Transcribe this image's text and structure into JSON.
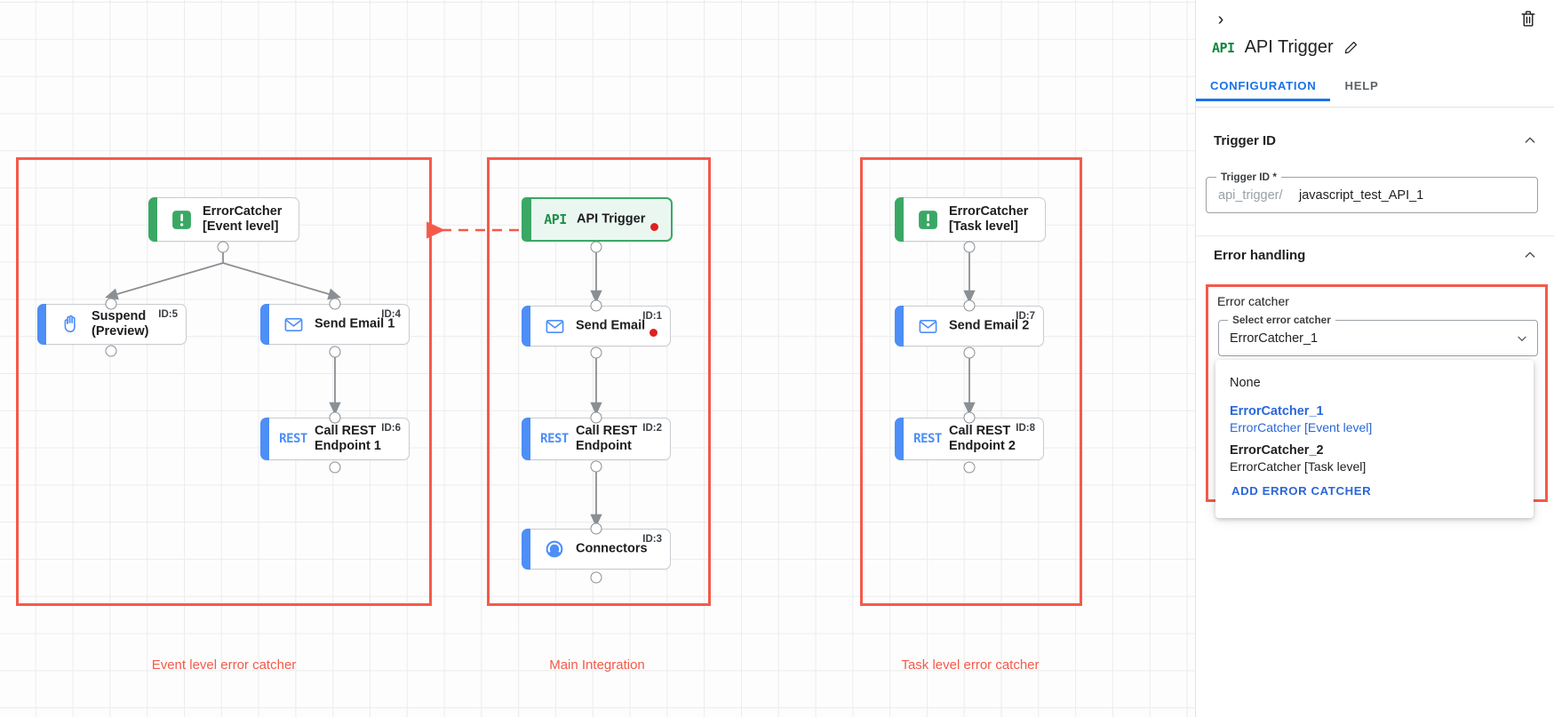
{
  "canvas": {
    "groups": [
      {
        "id": "event-level",
        "label": "Event level error catcher"
      },
      {
        "id": "main-integration",
        "label": "Main Integration"
      },
      {
        "id": "task-level",
        "label": "Task level error catcher"
      }
    ],
    "nodes": [
      {
        "key": "errorcatcher_event",
        "title": "ErrorCatcher\n[Event level]",
        "icon": "error-catcher-icon",
        "id_tag": "",
        "accent": "green"
      },
      {
        "key": "suspend",
        "title": "Suspend\n(Preview)",
        "icon": "hand-icon",
        "id_tag": "ID:5",
        "accent": "blue"
      },
      {
        "key": "send_email_1",
        "title": "Send Email 1",
        "icon": "envelope-icon",
        "id_tag": "ID:4",
        "accent": "blue"
      },
      {
        "key": "call_rest_1",
        "title": "Call REST\nEndpoint 1",
        "icon": "rest-icon",
        "id_tag": "ID:6",
        "accent": "blue"
      },
      {
        "key": "api_trigger",
        "title": "API Trigger",
        "icon": "api-icon",
        "id_tag": "",
        "accent": "green-filled"
      },
      {
        "key": "send_email",
        "title": "Send Email",
        "icon": "envelope-icon",
        "id_tag": "ID:1",
        "accent": "blue"
      },
      {
        "key": "call_rest",
        "title": "Call REST\nEndpoint",
        "icon": "rest-icon",
        "id_tag": "ID:2",
        "accent": "blue"
      },
      {
        "key": "connectors",
        "title": "Connectors",
        "icon": "connectors-icon",
        "id_tag": "ID:3",
        "accent": "blue"
      },
      {
        "key": "errorcatcher_task",
        "title": "ErrorCatcher\n[Task level]",
        "icon": "error-catcher-icon",
        "id_tag": "",
        "accent": "green"
      },
      {
        "key": "send_email_2",
        "title": "Send Email 2",
        "icon": "envelope-icon",
        "id_tag": "ID:7",
        "accent": "blue"
      },
      {
        "key": "call_rest_2",
        "title": "Call REST\nEndpoint 2",
        "icon": "rest-icon",
        "id_tag": "ID:8",
        "accent": "blue"
      }
    ],
    "icon_text": {
      "api": "API",
      "rest": "REST"
    }
  },
  "panel": {
    "collapse_icon": "›",
    "node_badge": "API",
    "node_title": "API Trigger",
    "tabs": [
      {
        "key": "configuration",
        "label": "CONFIGURATION",
        "active": true
      },
      {
        "key": "help",
        "label": "HELP",
        "active": false
      }
    ],
    "sections": {
      "trigger_id": {
        "heading": "Trigger ID",
        "field_legend": "Trigger ID *",
        "prefix": "api_trigger/",
        "value": "javascript_test_API_1"
      },
      "error_handling": {
        "heading": "Error handling",
        "error_catcher_label": "Error catcher",
        "select_legend": "Select error catcher",
        "selected_value": "ErrorCatcher_1",
        "options": [
          {
            "key": "none",
            "primary": "None",
            "secondary": "",
            "style": "plain"
          },
          {
            "key": "errorcatcher_1",
            "primary": "ErrorCatcher_1",
            "secondary": "ErrorCatcher [Event level]",
            "style": "sel"
          },
          {
            "key": "errorcatcher_2",
            "primary": "ErrorCatcher_2",
            "secondary": "ErrorCatcher [Task level]",
            "style": "norm"
          }
        ],
        "add_action": "ADD ERROR CATCHER"
      }
    }
  },
  "colors": {
    "accent_blue": "#1a73e8",
    "group_red": "#f45a4a",
    "node_blue": "#4d8ef7",
    "node_green": "#3aa864",
    "status_red_dot": "#e02020"
  }
}
